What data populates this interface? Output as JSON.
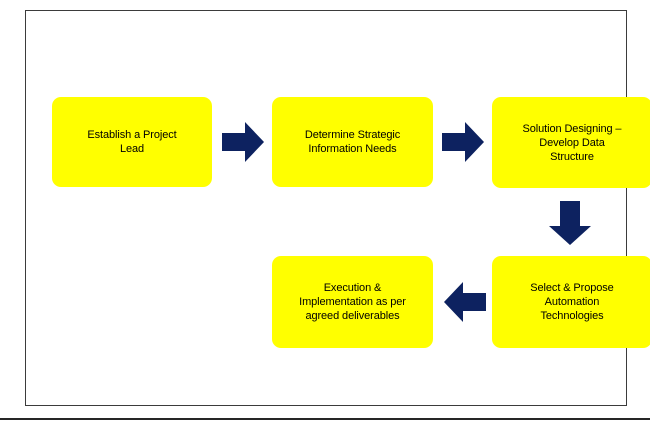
{
  "diagram": {
    "type": "flowchart",
    "title": "",
    "colors": {
      "node_fill": "#ffff00",
      "node_text": "#000000",
      "arrow_fill": "#0d2260",
      "frame_border": "#3b3b3b",
      "rule": "#262626",
      "background": "#ffffff"
    },
    "nodes": [
      {
        "id": "node-1",
        "label": "Establish a Project\nLead",
        "order": 1
      },
      {
        "id": "node-2",
        "label": "Determine Strategic\nInformation Needs",
        "order": 2
      },
      {
        "id": "node-3",
        "label": "Solution Designing –\nDevelop Data\nStructure",
        "order": 3
      },
      {
        "id": "node-4",
        "label": "Select & Propose\nAutomation\nTechnologies",
        "order": 4
      },
      {
        "id": "node-5",
        "label": "Execution &\nImplementation as per\nagreed deliverables",
        "order": 5
      }
    ],
    "arrows": [
      {
        "id": "arrow-1",
        "icon": "arrow-right-icon",
        "from": "node-1",
        "to": "node-2",
        "direction": "right"
      },
      {
        "id": "arrow-2",
        "icon": "arrow-right-icon",
        "from": "node-2",
        "to": "node-3",
        "direction": "right"
      },
      {
        "id": "arrow-3",
        "icon": "arrow-down-icon",
        "from": "node-3",
        "to": "node-4",
        "direction": "down"
      },
      {
        "id": "arrow-4",
        "icon": "arrow-left-icon",
        "from": "node-4",
        "to": "node-5",
        "direction": "left"
      }
    ]
  }
}
